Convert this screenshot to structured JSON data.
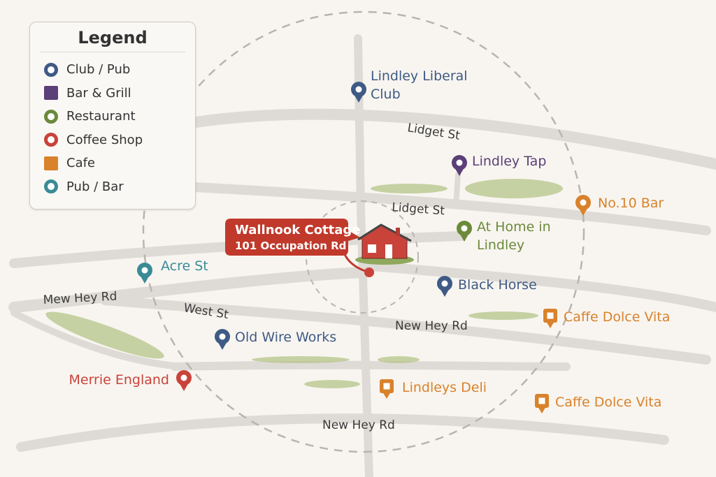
{
  "legend": {
    "title": "Legend",
    "items": [
      {
        "label": "Club / Pub",
        "color": "#3f5a85",
        "shape": "ring"
      },
      {
        "label": "Bar & Grill",
        "color": "#5b3f78",
        "shape": "square"
      },
      {
        "label": "Restaurant",
        "color": "#6b8a3a",
        "shape": "ring"
      },
      {
        "label": "Coffee Shop",
        "color": "#c9433a",
        "shape": "ring"
      },
      {
        "label": "Cafe",
        "color": "#d9822b",
        "shape": "square"
      },
      {
        "label": "Pub / Bar",
        "color": "#3a8b96",
        "shape": "ring"
      }
    ]
  },
  "home": {
    "name": "Wallnook Cottage",
    "address": "101 Occupation Rd"
  },
  "streets": [
    "Lidget St",
    "Lidget St",
    "Mew Hey Rd",
    "West St",
    "New Hey Rd",
    "New Hey Rd"
  ],
  "pois": {
    "liberal_club": [
      "Lindley Liberal",
      "Club"
    ],
    "lindley_tap": "Lindley Tap",
    "no10": "No.10 Bar",
    "at_home": [
      "At Home in",
      "Lindley"
    ],
    "black_horse": "Black Horse",
    "dolce1": "Caffe Dolce Vita",
    "dolce2": "Caffe Dolce Vita",
    "deli": "Lindleys Deli",
    "wire_works": "Old Wire Works",
    "merrie": "Merrie England",
    "acre": "Acre St"
  }
}
